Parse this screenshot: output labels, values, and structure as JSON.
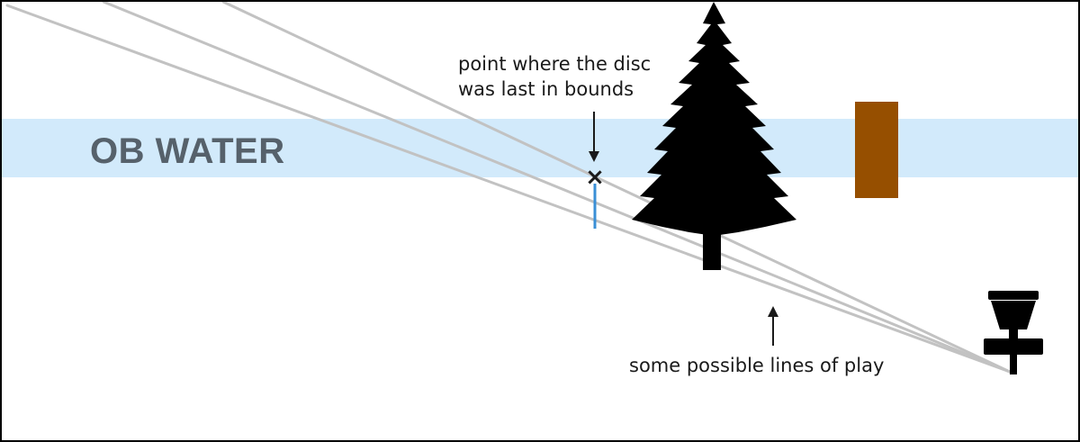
{
  "zone": {
    "label": "OB WATER",
    "color": "#d2eafb",
    "text_color": "#56616b"
  },
  "annotation_point": {
    "line1": "point where the disc",
    "line2": "was last in bounds",
    "marker_symbol": "×",
    "marker_color": "#1a1a1a",
    "drop_line_color": "#3a8fd6"
  },
  "annotation_lines": {
    "text": "some possible lines of play"
  },
  "objects": {
    "tree_icon": "tree-icon",
    "post_icon": "post-icon",
    "basket_icon": "basket-icon",
    "tree_color": "#000000",
    "post_color": "#964f00",
    "flight_line_color": "#c2c2c2"
  }
}
